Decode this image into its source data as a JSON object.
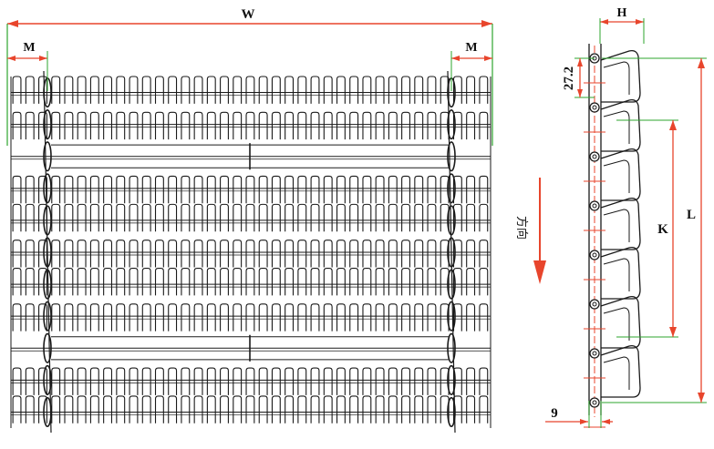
{
  "colors": {
    "line": "#1a1a1a",
    "dimension": "#e8452c",
    "extension": "#2ea52e",
    "arrow": "#e8452c"
  },
  "labels": {
    "width": "W",
    "margin_left": "M",
    "margin_right": "M",
    "pitch": "27.2",
    "height": "H",
    "k": "K",
    "length": "L",
    "nine": "9",
    "direction": "方向"
  },
  "belt": {
    "tooth_columns": 37,
    "module_rows": 6,
    "rod_rows": 11
  },
  "side_view": {
    "modules": 7,
    "pins": 8
  }
}
